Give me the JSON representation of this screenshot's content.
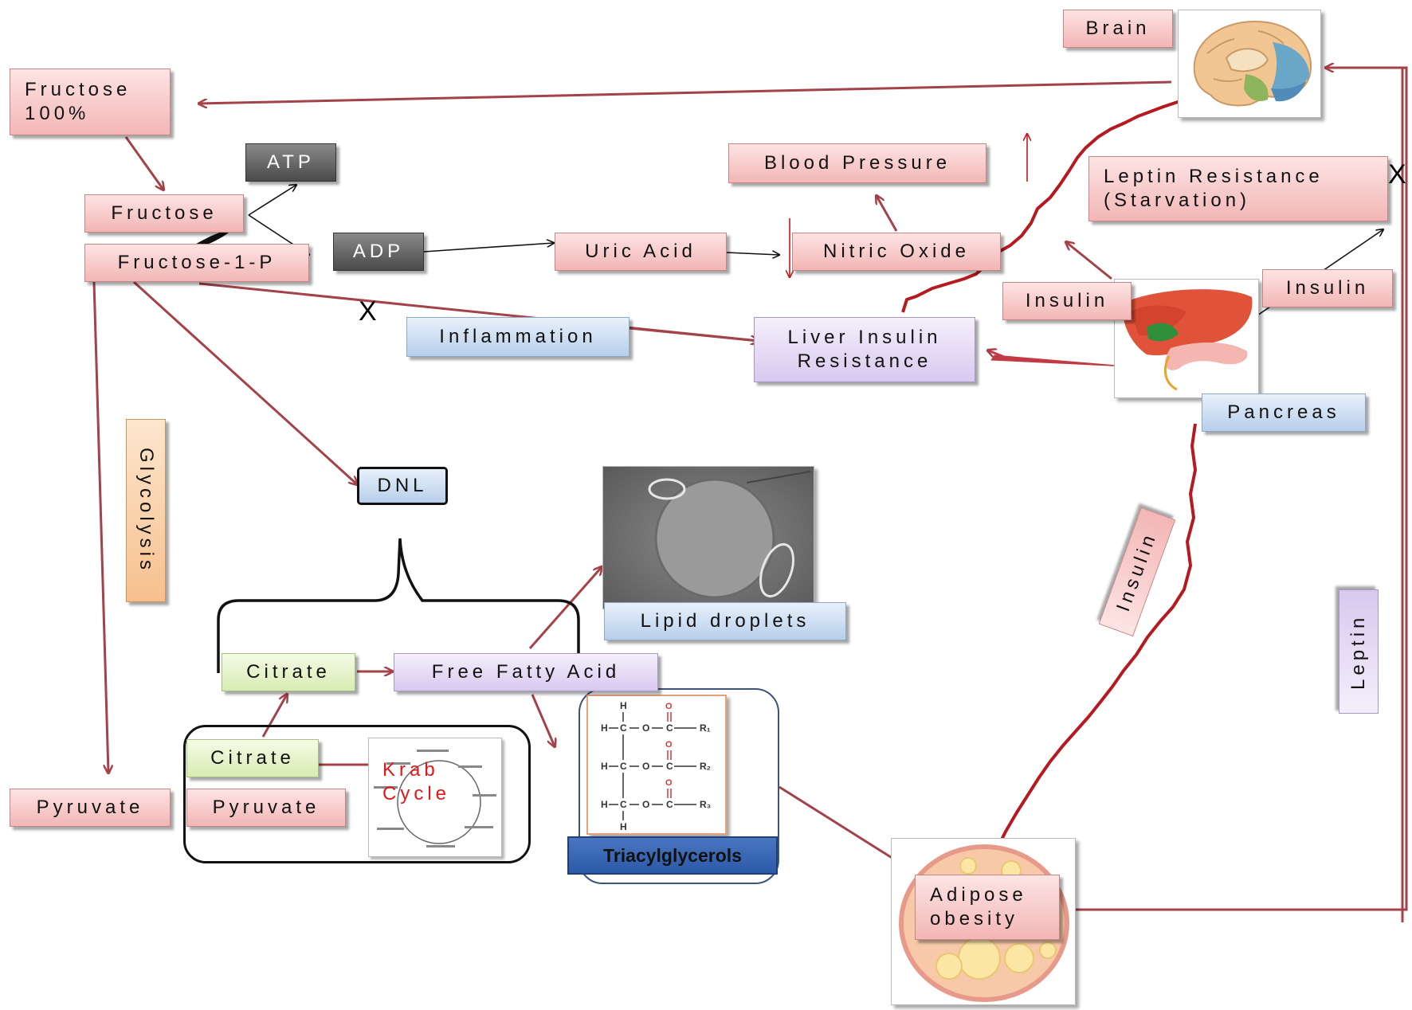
{
  "nodes": {
    "brain": "Brain",
    "fructose100": [
      "Fructose",
      "100%"
    ],
    "atp": "ATP",
    "fructose": "Fructose",
    "fructose1p": "Fructose-1-P",
    "adp": "ADP",
    "uric_acid": "Uric Acid",
    "nitric_oxide": "Nitric Oxide",
    "blood_pressure": "Blood Pressure",
    "leptin_resistance": [
      "Leptin Resistance",
      "(Starvation)"
    ],
    "insulin_left": "Insulin",
    "insulin_right": "Insulin",
    "inflammation": "Inflammation",
    "liver_insulin_resistance": [
      "Liver Insulin",
      "Resistance"
    ],
    "pancreas": "Pancreas",
    "glycolysis": "Glycolysis",
    "dnl": "DNL",
    "lipid_droplets": "Lipid droplets",
    "insulin_diagonal": "Insulin",
    "leptin": "Leptin",
    "citrate_top": "Citrate",
    "free_fatty_acid": "Free Fatty Acid",
    "citrate_bottom": "Citrate",
    "krab_cycle": [
      "Krab",
      "Cycle"
    ],
    "pyruvate_left": "Pyruvate",
    "pyruvate_right": "Pyruvate",
    "triacylglycerols": "Triacylglycerols",
    "adipose": [
      "Adipose",
      "obesity"
    ]
  },
  "marks": {
    "x_fructose": "X",
    "x_leptin": "X"
  },
  "molecule_labels": [
    "H",
    "C",
    "O",
    "R₁",
    "R₂",
    "R₃"
  ],
  "colors": {
    "arrow": "#a4424a",
    "signal": "#c21818",
    "pink_box": "#f3b6b6",
    "blue_box": "#b7cfeb",
    "purple_box": "#d8c9ef",
    "green_box": "#d7ecb2",
    "gray_box": "#4a4a4a",
    "orange_box": "#f6c08d"
  }
}
